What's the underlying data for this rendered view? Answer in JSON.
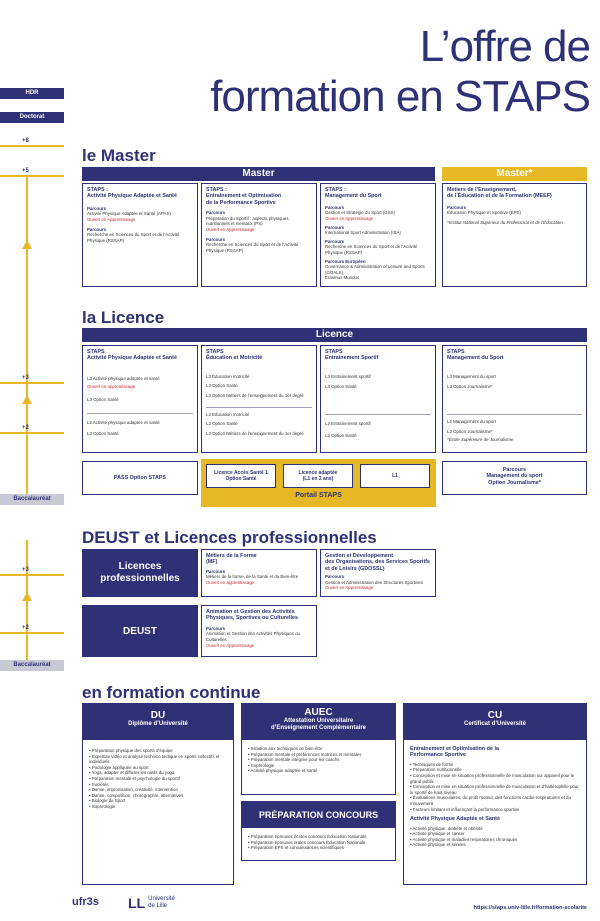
{
  "title": {
    "line1": "L’offre de",
    "line2": "formation en STAPS"
  },
  "timeline": {
    "hdr": "HDR",
    "doctorat": "Doctorat",
    "p8": "+8",
    "p5": "+5",
    "p3": "+3",
    "p2": "+2",
    "bac": "Baccalauréat",
    "p3b": "+3",
    "p2b": "+2",
    "bac2": "Baccalauréat"
  },
  "master": {
    "section": "le Master",
    "bar": "Master",
    "bar_star": "Master*",
    "col1": {
      "title": "STAPS :\nActivité Physique Adaptée et Santé",
      "parcours": "Parcours",
      "p1": "Activité Physique Adaptée et Santé (APAS)",
      "p1note": "Ouvert en Apprentissage",
      "p2t": "Parcours",
      "p2": "Recherche en Sciences du Sport et de l’Activité Physique (RSSAP)"
    },
    "col2": {
      "title": "STAPS :\nEntraînement et Optimisation\nde la Performance Sportive",
      "parcours": "Parcours",
      "p1": "Préparation du Sportif : aspects physiques, nutritionnels et mentaux (PS)",
      "p1note": "Ouvert en Apprentissage",
      "p2t": "Parcours",
      "p2": "Recherche en Sciences du Sport et de l’Activité Physique (RSSAP)"
    },
    "col3": {
      "title": "STAPS :\nManagement du Sport",
      "parcours": "Parcours",
      "p1": "Gestion et Stratégie du Sport (GSS)",
      "p1note": "Ouvert en Apprentissage",
      "p2t": "Parcours",
      "p2": "International Sport Administration (ISA)",
      "p3t": "Parcours",
      "p3": "Recherche en Sciences du Sport et de l’Activité Physique (RSSAP)",
      "p4t": "Parcours Européen",
      "p4": "Governance & Administration of Leisure and Sports (GOALS)\nErasmus Mundus"
    },
    "col4": {
      "title": "Métiers de l’Enseignement,\nde l’Éducation et de la Formation (MEEF)",
      "parcours": "Parcours",
      "p1": "Éducation Physique et Sportive (EPS)",
      "note": "*Institut National Supérieur du Professorat et de l’Éducation"
    }
  },
  "licence": {
    "section": "la Licence",
    "bar": "Licence",
    "col1": {
      "title": "STAPS\nActivité Physique Adaptée et Santé",
      "l1a": "L3 Activité physique adaptée et santé",
      "l1note": "Ouvert en apprentissage",
      "l1b": "L3 Option Santé",
      "l2a": "L2 Activité physique adaptée et santé",
      "l2b": "L2 Option Santé"
    },
    "col2": {
      "title": "STAPS\nÉducation et Motricité",
      "l1a": "L3 Éducation motricité",
      "l1b": "L3 Option Santé",
      "l1c": "L3 Option Métiers de l’enseignement du 1er degré",
      "l2a": "L2 Éducation motricité",
      "l2b": "L2 Option Santé",
      "l2c": "L2 Option Métiers de l’enseignement du 1er degré"
    },
    "col3": {
      "title": "STAPS\nEntraînement Sportif",
      "l1a": "L3 Entraînement sportif",
      "l1b": "L3 Option Santé",
      "l2a": "L2 Entraînement sportif",
      "l2b": "L2 Option Santé"
    },
    "col4": {
      "title": "STAPS\nManagement du Sport",
      "l1a": "L3 Management du sport",
      "l1b": "L3 Option Journalisme*",
      "l2a": "L2 Management du sport",
      "l2b": "L2 Option Journalisme*",
      "note": "*École Supérieure de Journalisme"
    },
    "pass": "PASS Option STAPS",
    "acces": "Licence Accès Santé 1\nOption Santé",
    "adaptee": "Licence adaptée\n(L1 en 2 ans)",
    "l1": "L1",
    "portail": "Portail STAPS",
    "journal": "Parcours\nManagement du sport\nOption Journalisme*"
  },
  "deust": {
    "section": "DEUST et Licences professionnelles",
    "lp": "Licences\nprofessionnelles",
    "deust": "DEUST",
    "mf": {
      "title": "Métiers de la Forme\n(MF)",
      "pt": "Parcours",
      "p": "Métiers de la forme, de la Santé et du Bien-être",
      "note": "Ouvert en apprentissage"
    },
    "gd": {
      "title": "Gestion et Développement\ndes Organisations, des Services Sportifs\net de Loisirs (GDOSSL)",
      "pt": "Parcours",
      "p": "Gestion et Administration des Structures Sportives",
      "note": "Ouvert en Apprentissage"
    },
    "ag": {
      "title": "Animation et Gestion des Activités\nPhysiques, Sportives ou Culturelles",
      "pt": "Parcours",
      "p": "Animation et Gestion des Activités Physiques ou Culturelles",
      "note": "Ouvert en Apprentissage"
    }
  },
  "continue": {
    "section": "en formation continue",
    "du": {
      "t1": "DU",
      "t2": "Diplôme d’Université",
      "items": [
        "Préparation physique des sports d’équipe",
        "Expertise vidéo et analyse technico tactique en sports collectifs et individuels",
        "Podologie appliquée au sport",
        "Yoga, adapter et diffuser les outils du yoga",
        "Préparation mentale et psychologie du sportif",
        "Sociétés",
        "Danse, improvisation, créativité, intervention",
        "Danse, composition, chorégraphie, alternatives",
        "Biologie du Sport",
        "Sophrologie"
      ]
    },
    "auec": {
      "t1": "AUEC",
      "t2": "Attestation Universitaire\nd’Enseignement Complémentaire",
      "items": [
        "Initiation aux techniques de bien-être",
        "Préparation mentale et préférences motrices et mentales",
        "Préparation mentale intégrée pour les coachs",
        "Sophrologie",
        "Activité physique adaptée et santé"
      ]
    },
    "prep": {
      "t1": "PRÉPARATION CONCOURS",
      "items": [
        "Préparation épreuves écrites concours Éducation Nationale",
        "Préparation épreuves orales concours Éducation Nationale",
        "Préparation EPS et connaissances scientifiques"
      ]
    },
    "cu": {
      "t1": "CU",
      "t2": "Certificat d’Université",
      "h1": "Entraînement et Optimisation de la\nPerformance Sportive",
      "a": [
        "Techniques de forme",
        "Préparation nutritionnelle",
        "Conception et mise en situation professionnelle de musculation sur appareil pour le grand public",
        "Conception et mise en situation professionnelle de musculation et d’haltérophilie pour le sportif de haut niveau",
        "Évaluations musculaires, du profil moteur, des fonctions cardio-respiratoires et du mouvement",
        "Facteurs limitant et influençant la performance sportive"
      ],
      "h2": "Activité Physique Adaptée et Santé",
      "b": [
        "Activité physique, diabète et obésité",
        "Activité physique et cancer",
        "Activité physique et maladies respiratoires chroniques",
        "Activité physique et seniors"
      ]
    }
  },
  "footer": {
    "ufr": "ufr3s",
    "univ": "Université\nde Lille",
    "url": "https://staps.univ-lille.fr/formation-scolarite"
  }
}
